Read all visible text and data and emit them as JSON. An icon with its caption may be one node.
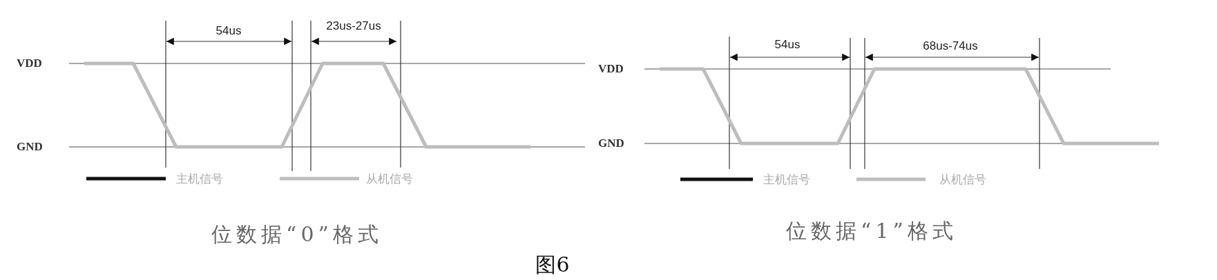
{
  "diagram": {
    "caption": "图6",
    "labels": [
      "VDD",
      "GND",
      "54us",
      "23us-27us",
      "位数据“0”格式",
      "VDD",
      "GND",
      "54us",
      "68us-74us",
      "位数据“1”格式"
    ],
    "legend": [
      {
        "text": "主机信号"
      },
      {
        "text": "从机信号"
      },
      {
        "text": "主机信号"
      },
      {
        "text": "从机信号"
      }
    ]
  }
}
